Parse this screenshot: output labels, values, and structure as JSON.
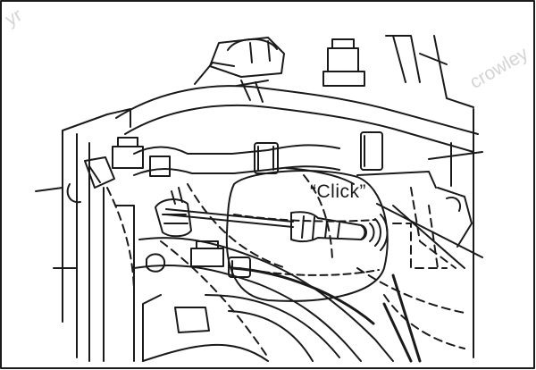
{
  "callout": {
    "text": "“Click”"
  },
  "watermark": {
    "right": "crowley",
    "left": "yr"
  },
  "colors": {
    "line": "#1a1a1a",
    "background": "#ffffff",
    "watermark": "#d4d4d4"
  },
  "icons": [
    "screwdriver-icon",
    "sound-wave-icon"
  ]
}
